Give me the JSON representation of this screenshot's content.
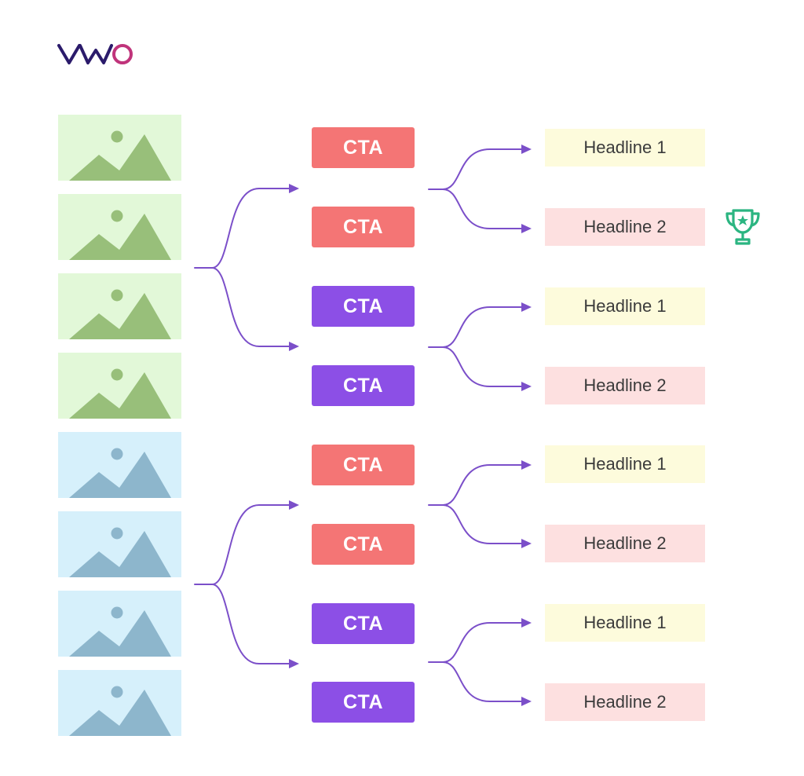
{
  "logo": {
    "text": "VWO",
    "colors": [
      "#2b1b6b",
      "#2b1b6b",
      "#c0347b"
    ]
  },
  "colors": {
    "green_bg": "#e2f8d8",
    "green_art": "#98bf7a",
    "blue_bg": "#d6f0fb",
    "blue_art": "#8db6cc",
    "cta_red": "#f47575",
    "cta_purple": "#8c4fe6",
    "headline_yellow": "#fdfbdc",
    "headline_pink": "#fde0e0",
    "connector": "#7b4fc9",
    "trophy": "#2bb581"
  },
  "images": [
    {
      "variant": "green"
    },
    {
      "variant": "green"
    },
    {
      "variant": "green"
    },
    {
      "variant": "green"
    },
    {
      "variant": "blue"
    },
    {
      "variant": "blue"
    },
    {
      "variant": "blue"
    },
    {
      "variant": "blue"
    }
  ],
  "ctas": [
    {
      "label": "CTA",
      "variant": "red"
    },
    {
      "label": "CTA",
      "variant": "red"
    },
    {
      "label": "CTA",
      "variant": "purple"
    },
    {
      "label": "CTA",
      "variant": "purple"
    },
    {
      "label": "CTA",
      "variant": "red"
    },
    {
      "label": "CTA",
      "variant": "red"
    },
    {
      "label": "CTA",
      "variant": "purple"
    },
    {
      "label": "CTA",
      "variant": "purple"
    }
  ],
  "headlines": [
    {
      "label": "Headline 1",
      "variant": "yellow"
    },
    {
      "label": "Headline 2",
      "variant": "pink"
    },
    {
      "label": "Headline 1",
      "variant": "yellow"
    },
    {
      "label": "Headline 2",
      "variant": "pink"
    },
    {
      "label": "Headline 1",
      "variant": "yellow"
    },
    {
      "label": "Headline 2",
      "variant": "pink"
    },
    {
      "label": "Headline 1",
      "variant": "yellow"
    },
    {
      "label": "Headline 2",
      "variant": "pink"
    }
  ],
  "winner": {
    "icon": "trophy-icon",
    "headline_index": 1
  }
}
